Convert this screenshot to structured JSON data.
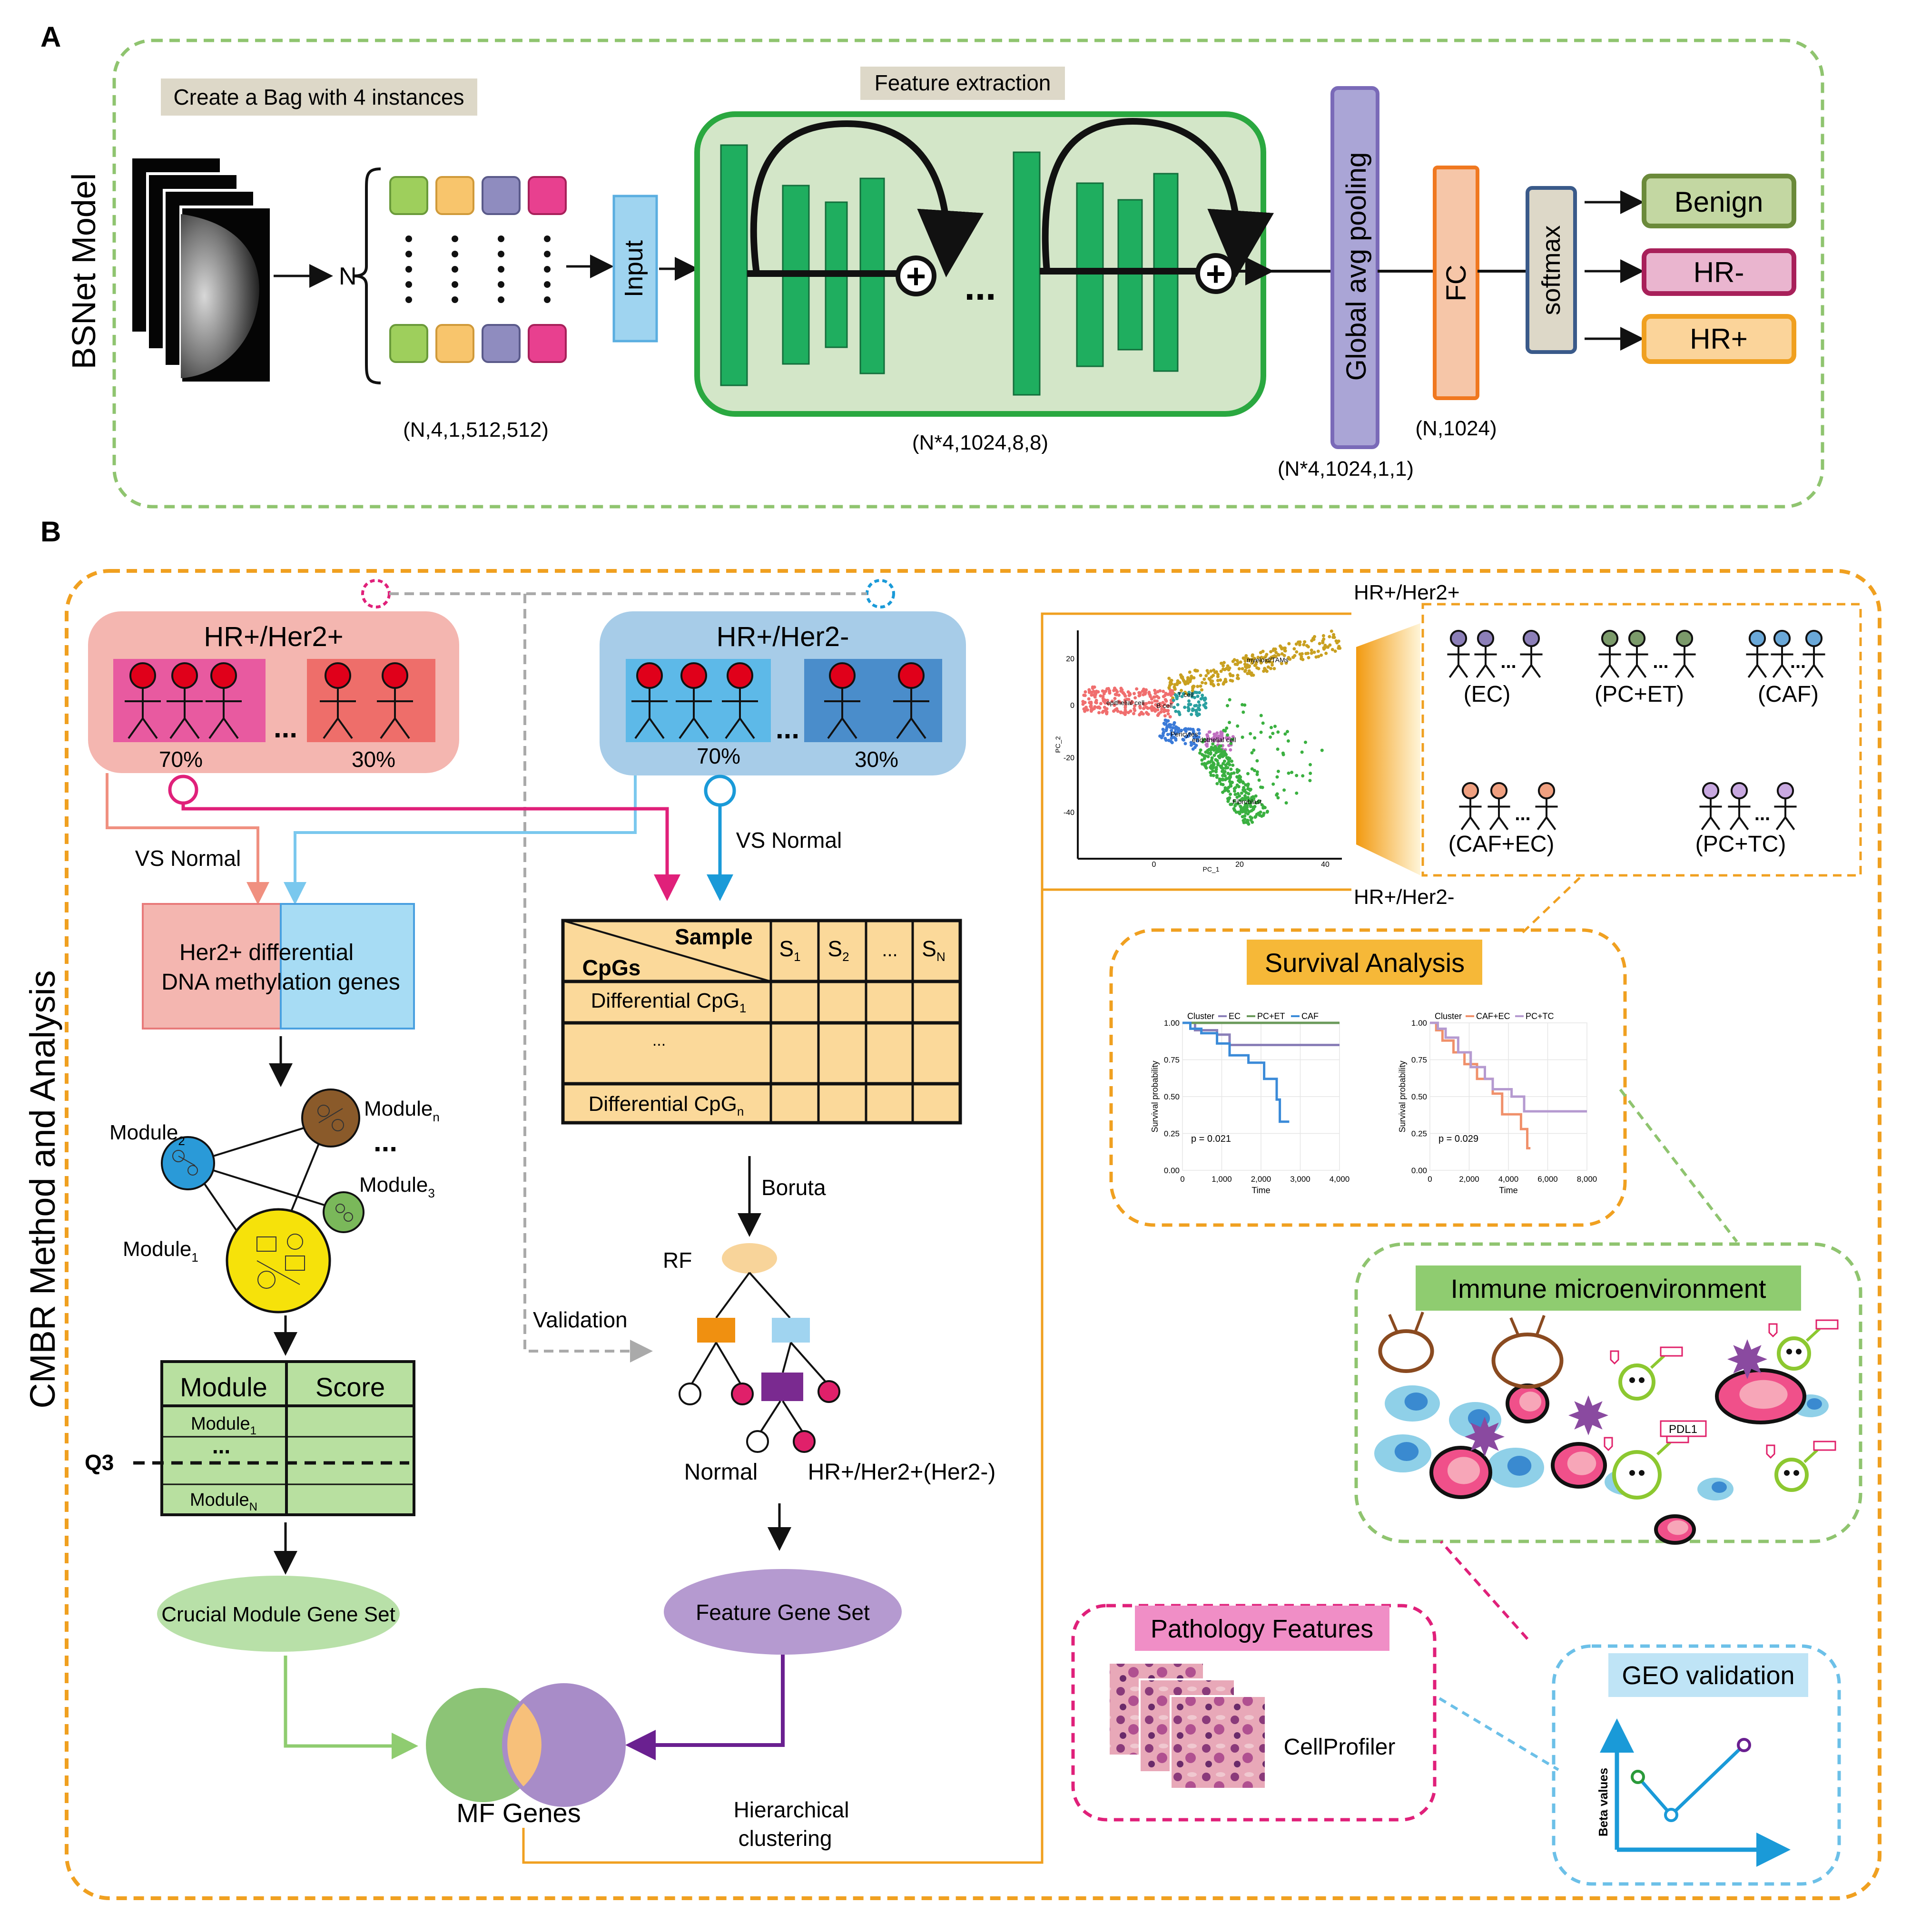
{
  "panel_a": {
    "letter": "A",
    "model_label": "BSNet Model",
    "bag_label": "Create a Bag with 4 instances",
    "n_label": "N",
    "input_label": "Input",
    "feature_label": "Feature  extraction",
    "gap_label": "Global avg pooling",
    "fc_label": "FC",
    "softmax_label": "softmax",
    "outputs": [
      "Benign",
      "HR-",
      "HR+"
    ],
    "shape_bag": "(N,4,1,512,512)",
    "shape_features": "(N*4,1024,8,8)",
    "shape_gap": "(N*4,1024,1,1)",
    "shape_fc": "(N,1024)",
    "instance_colors": [
      "#9ecf5c",
      "#f8c56c",
      "#8f8cbf",
      "#e8408f"
    ],
    "ellipsis": "..."
  },
  "panel_b": {
    "letter": "B",
    "side_label": "CMBR Method and Analysis",
    "group1": {
      "title": "HR+/Her2+",
      "pct_a": "70%",
      "pct_b": "30%"
    },
    "group2": {
      "title": "HR+/Her2-",
      "pct_a": "70%",
      "pct_b": "30%"
    },
    "vs_normal_left": "VS Normal",
    "vs_normal_right": "VS Normal",
    "dmg_box": [
      "Her2+ differential",
      "DNA methylation genes"
    ],
    "modules": {
      "m2": "Module",
      "m2_sub": "2",
      "mn": "Module",
      "mn_sub": "n",
      "m3": "Module",
      "m3_sub": "3",
      "m1": "Module",
      "m1_sub": "1",
      "dots": "..."
    },
    "score_table": {
      "headers": [
        "Module",
        "Score"
      ],
      "row1": "Module",
      "row1_sub": "1",
      "row_dots": "...",
      "rown": "Module",
      "rown_sub": "N",
      "q3": "Q3"
    },
    "crucial_set": "Crucial Module Gene Set",
    "cpg_table": {
      "corner_top": "Sample",
      "corner_bottom": "CpGs",
      "samples": [
        "S",
        "S",
        "...",
        "S"
      ],
      "sample_subs": [
        "1",
        "2",
        "",
        "N"
      ],
      "row1": "Differential CpG",
      "row1_sub": "1",
      "row_dots": "...",
      "rown": "Differential CpG",
      "rown_sub": "n"
    },
    "boruta": "Boruta",
    "rf": "RF",
    "validation": "Validation",
    "normal": "Normal",
    "hr_class": "HR+/Her2+(Her2-)",
    "feature_set": "Feature Gene Set",
    "mf_genes": "MF Genes",
    "hier_clust": [
      "Hierarchical",
      "clustering"
    ],
    "pca": {
      "top_label": "HR+/Her2+",
      "bottom_label": "HR+/Her2-",
      "xlabel": "PC_1",
      "ylabel": "PC_2",
      "yticks": [
        "20",
        "0",
        "-20",
        "-40"
      ],
      "xticks": [
        "0",
        "20",
        "40"
      ],
      "cluster_names": [
        "myeloid/TAMs",
        "epithelial cell",
        "T cell",
        "B cell",
        "Pericytes",
        "endothelial cell",
        "Fibroblast"
      ]
    },
    "clusters": [
      "(EC)",
      "(PC+ET)",
      "(CAF)",
      "(CAF+EC)",
      "(PC+TC)"
    ],
    "cluster_colors": [
      "#8c7fb8",
      "#7b9a6a",
      "#6aa8d8",
      "#f0a080",
      "#c8a8e0"
    ],
    "survival": {
      "title": "Survival Analysis",
      "plot1": {
        "legend_title": "Cluster",
        "legend": [
          "EC",
          "PC+ET",
          "CAF"
        ],
        "ylabel": "Survival probability",
        "xlabel": "Time",
        "yticks": [
          "1.00",
          "0.75",
          "0.50",
          "0.25",
          "0.00"
        ],
        "xticks": [
          "0",
          "1,000",
          "2,000",
          "3,000",
          "4,000"
        ],
        "p": "p = 0.021"
      },
      "plot2": {
        "legend_title": "Cluster",
        "legend": [
          "CAF+EC",
          "PC+TC"
        ],
        "ylabel": "Survival probability",
        "xlabel": "Time",
        "yticks": [
          "1.00",
          "0.75",
          "0.50",
          "0.25",
          "0.00"
        ],
        "xticks": [
          "0",
          "2,000",
          "4,000",
          "6,000",
          "8,000"
        ],
        "p": "p = 0.029"
      }
    },
    "immune": {
      "title": "Immune microenvironment",
      "pdl1": "PDL1"
    },
    "pathology": {
      "title": "Pathology Features",
      "tool": "CellProfiler"
    },
    "geo": {
      "title": "GEO validation",
      "ylabel": "Beta values"
    },
    "colors": {
      "panel_a_border": "#8fc46f",
      "panel_b_border": "#f0a020",
      "her2pos": "#f4b6b0",
      "her2neg": "#a7cce8",
      "green_feature": "#1fae5f",
      "survival_border": "#f0a020",
      "immune_border": "#8fc46f",
      "pathology_border": "#e0207a",
      "geo_border": "#6cc0e8"
    }
  }
}
